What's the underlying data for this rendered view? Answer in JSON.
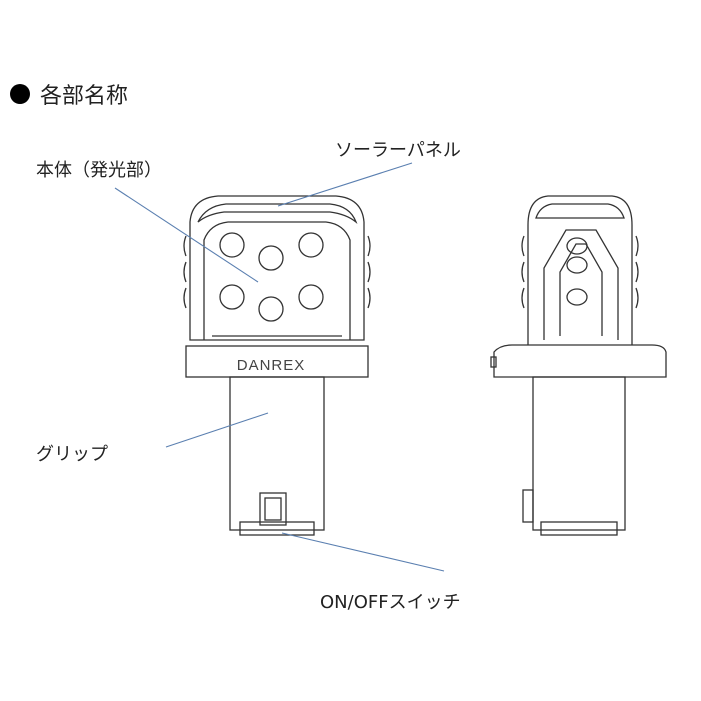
{
  "heading": "各部名称",
  "labels": {
    "body": "本体（発光部）",
    "solar": "ソーラーパネル",
    "grip": "グリップ",
    "switch": "ON/OFFスイッチ"
  },
  "brand": "DANREX"
}
